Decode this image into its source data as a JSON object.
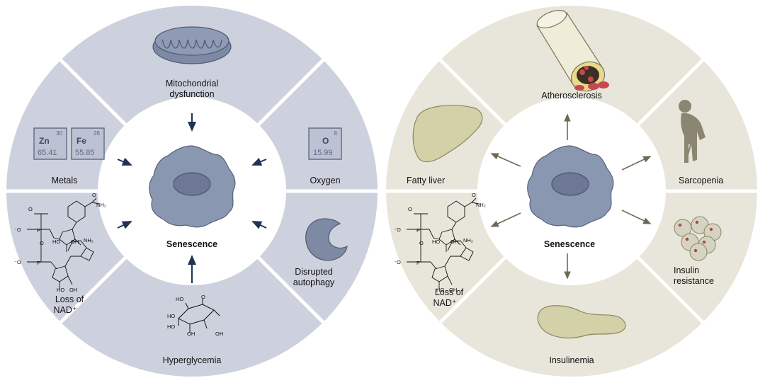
{
  "left_wheel": {
    "center_label": "Senescence",
    "segments": {
      "mitochondrial_line1": "Mitochondrial",
      "mitochondrial_line2": "dysfunction",
      "oxygen": "Oxygen",
      "autophagy_line1": "Disrupted",
      "autophagy_line2": "autophagy",
      "hyperglycemia": "Hyperglycemia",
      "nad_line1": "Loss of",
      "nad_line2": "NAD⁺",
      "metals": "Metals"
    },
    "elements": [
      {
        "symbol": "Zn",
        "number": "30",
        "mass": "65.41"
      },
      {
        "symbol": "Fe",
        "number": "26",
        "mass": "55.85"
      },
      {
        "symbol": "O",
        "number": "8",
        "mass": "15.99"
      }
    ]
  },
  "right_wheel": {
    "center_label": "Senescence",
    "segments": {
      "atherosclerosis": "Atherosclerosis",
      "sarcopenia": "Sarcopenia",
      "insulin_line1": "Insulin",
      "insulin_line2": "resistance",
      "insulinemia": "Insulinemia",
      "nad_line1": "Loss of",
      "nad_line2": "NAD⁺",
      "fatty_liver": "Fatty liver"
    }
  },
  "colors": {
    "left_wheel": "#cdd1dd",
    "right_wheel": "#e8e5da",
    "cell": "#8a97b0",
    "arrow_left": "#1f3352",
    "arrow_right": "#6d6a58"
  }
}
